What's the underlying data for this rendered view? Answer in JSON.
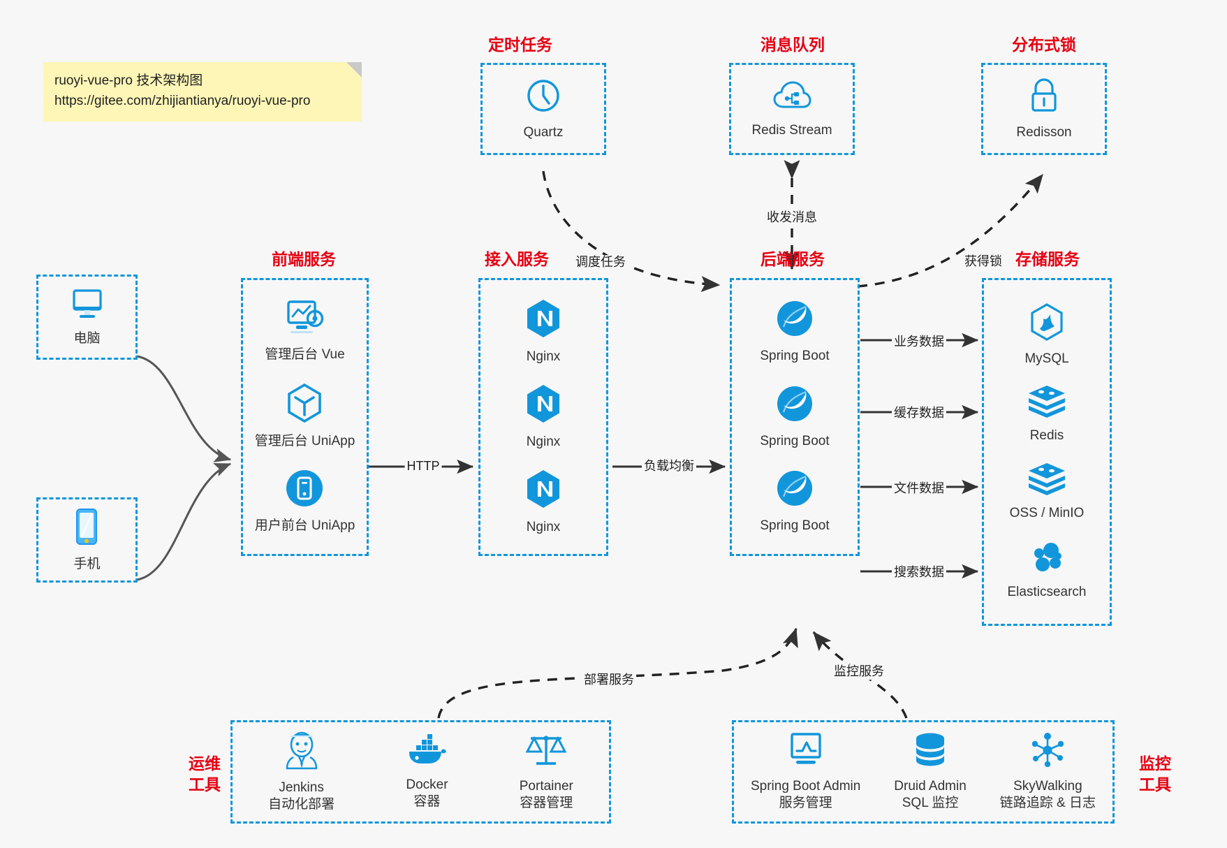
{
  "note": {
    "line1": "ruoyi-vue-pro 技术架构图",
    "line2": "https://gitee.com/zhijiantianya/ruoyi-vue-pro"
  },
  "groups": {
    "scheduled": "定时任务",
    "mq": "消息队列",
    "lock": "分布式锁",
    "frontend": "前端服务",
    "gateway": "接入服务",
    "backend": "后端服务",
    "storage": "存储服务",
    "devops_l1": "运维",
    "devops_l2": "工具",
    "monitor_l1": "监控",
    "monitor_l2": "工具"
  },
  "nodes": {
    "quartz": "Quartz",
    "redis_stream": "Redis Stream",
    "redisson": "Redisson",
    "pc": "电脑",
    "mobile": "手机",
    "admin_vue": "管理后台 Vue",
    "admin_uniapp": "管理后台 UniApp",
    "user_uniapp": "用户前台 UniApp",
    "nginx1": "Nginx",
    "nginx2": "Nginx",
    "nginx3": "Nginx",
    "boot1": "Spring Boot",
    "boot2": "Spring Boot",
    "boot3": "Spring Boot",
    "mysql": "MySQL",
    "redis": "Redis",
    "oss": "OSS / MinIO",
    "es": "Elasticsearch",
    "jenkins": "Jenkins",
    "jenkins_sub": "自动化部署",
    "docker": "Docker",
    "docker_sub": "容器",
    "portainer": "Portainer",
    "portainer_sub": "容器管理",
    "sba": "Spring Boot Admin",
    "sba_sub": "服务管理",
    "druid": "Druid Admin",
    "druid_sub": "SQL 监控",
    "skywalking": "SkyWalking",
    "skywalking_sub": "链路追踪 & 日志"
  },
  "edges": {
    "schedule_task": "调度任务",
    "send_recv_msg": "收发消息",
    "acquire_lock": "获得锁",
    "http": "HTTP",
    "load_balance": "负载均衡",
    "biz_data": "业务数据",
    "cache_data": "缓存数据",
    "file_data": "文件数据",
    "search_data": "搜索数据",
    "deploy_service": "部署服务",
    "monitor_service": "监控服务"
  },
  "colors": {
    "accent": "#1296db",
    "group_title": "#e60012",
    "edge": "#333333",
    "background": "#f7f7f7",
    "note_bg": "#fdf6b7"
  }
}
